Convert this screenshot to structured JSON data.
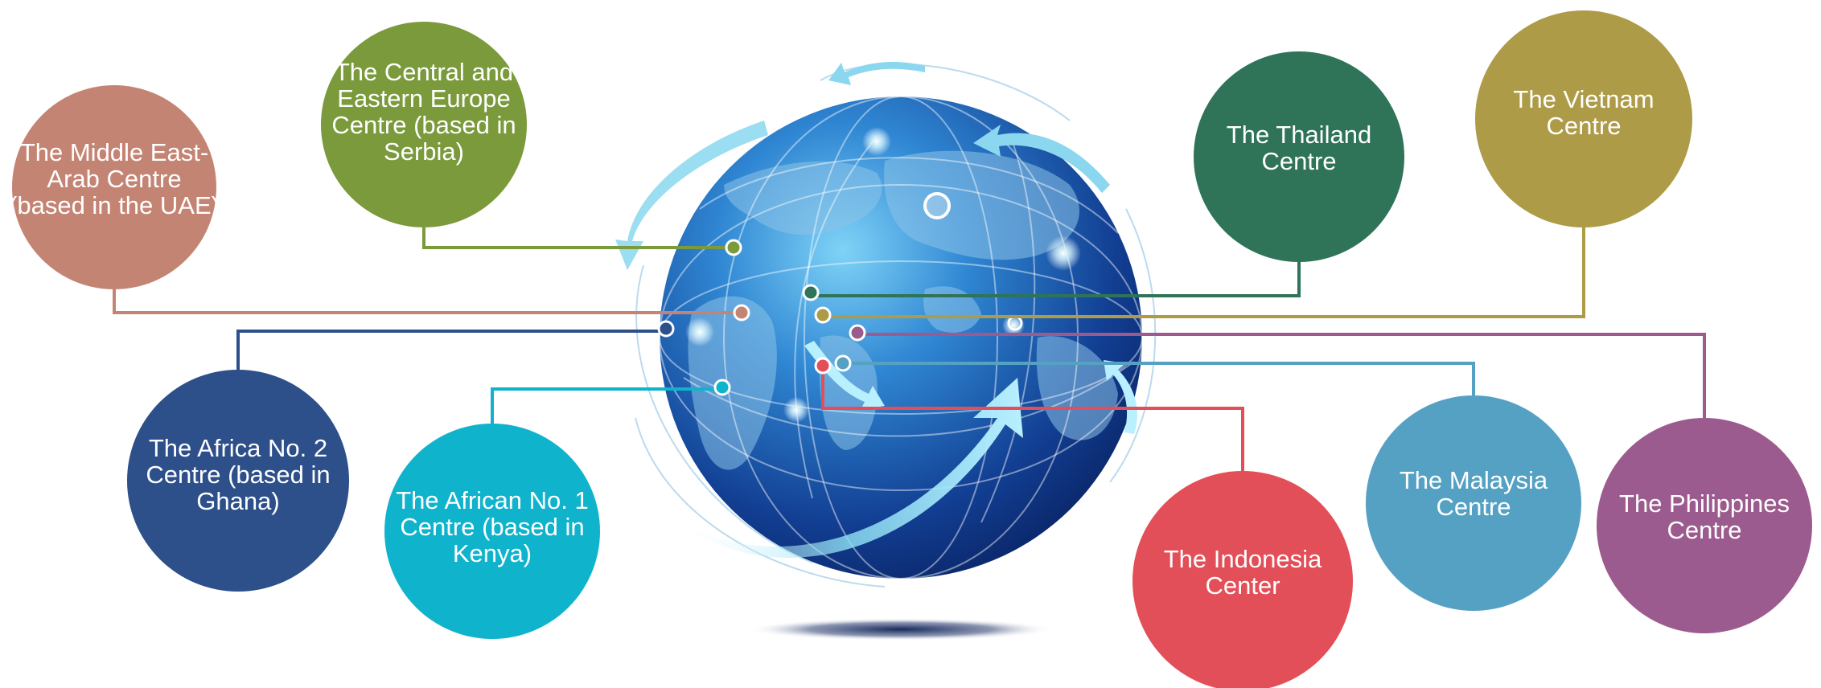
{
  "centres": [
    {
      "id": "middle-east",
      "lines": [
        "The Middle East-",
        "Arab Centre",
        "(based in the UAE)"
      ],
      "color": "#c48474"
    },
    {
      "id": "central-eastern-europe",
      "lines": [
        "The Central and",
        "Eastern Europe",
        "Centre (based in",
        "Serbia)"
      ],
      "color": "#7a9a3c"
    },
    {
      "id": "thailand",
      "lines": [
        "The Thailand",
        "Centre"
      ],
      "color": "#2f7358"
    },
    {
      "id": "vietnam",
      "lines": [
        "The Vietnam",
        "Centre"
      ],
      "color": "#ae9b48"
    },
    {
      "id": "africa-no2",
      "lines": [
        "The Africa No. 2",
        "Centre (based in",
        "Ghana)"
      ],
      "color": "#2d4f8a"
    },
    {
      "id": "africa-no1",
      "lines": [
        "The African No. 1",
        "Centre (based in",
        "Kenya)"
      ],
      "color": "#10b3cc"
    },
    {
      "id": "indonesia",
      "lines": [
        "The Indonesia",
        "Center"
      ],
      "color": "#e34f58"
    },
    {
      "id": "malaysia",
      "lines": [
        "The Malaysia",
        "Centre"
      ],
      "color": "#55a1c3"
    },
    {
      "id": "philippines",
      "lines": [
        "The Philippines",
        "Centre"
      ],
      "color": "#9c5b8e"
    }
  ]
}
